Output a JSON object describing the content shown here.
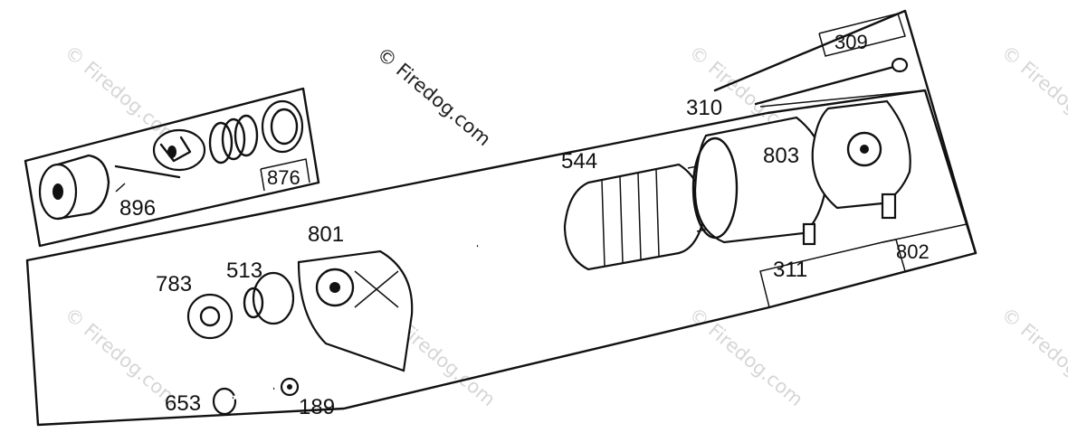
{
  "watermarks": {
    "main": "© Firedog.com",
    "faint": "© Firedog.com"
  },
  "parts": {
    "p309": "309",
    "p310": "310",
    "p544": "544",
    "p803": "803",
    "p876": "876",
    "p896": "896",
    "p801": "801",
    "p783": "783",
    "p513": "513",
    "p311": "311",
    "p802": "802",
    "p653": "653",
    "p189": "189"
  },
  "colors": {
    "ink": "#111111",
    "watermark_faint": "#d6d6d6",
    "background": "#ffffff"
  }
}
